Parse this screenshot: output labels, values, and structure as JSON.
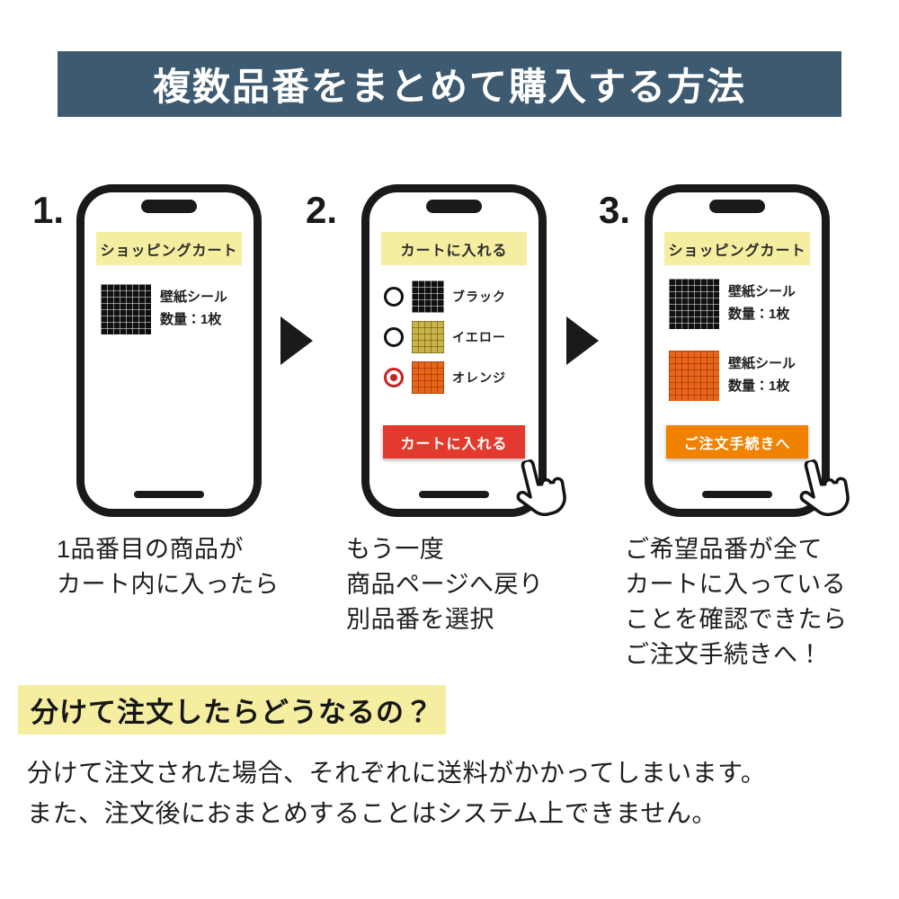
{
  "header": {
    "title": "複数品番をまとめて購入する方法"
  },
  "steps": {
    "one": {
      "number": "1.",
      "banner": "ショッピングカート",
      "product": {
        "name": "壁紙シール",
        "qty": "数量：1枚",
        "swatch": "black-grid"
      },
      "caption": "1品番目の商品が\nカート内に入ったら"
    },
    "two": {
      "number": "2.",
      "banner": "カートに入れる",
      "options": {
        "black": {
          "label": "ブラック",
          "swatch": "black-grid",
          "selected": false
        },
        "yellow": {
          "label": "イエロー",
          "swatch": "yellow-grid",
          "selected": false
        },
        "orange": {
          "label": "オレンジ",
          "swatch": "orange-grid",
          "selected": true
        }
      },
      "button": "カートに入れる",
      "caption": "もう一度\n商品ページへ戻り\n別品番を選択"
    },
    "three": {
      "number": "3.",
      "banner": "ショッピングカート",
      "products": {
        "first": {
          "name": "壁紙シール",
          "qty": "数量：1枚",
          "swatch": "black-grid"
        },
        "second": {
          "name": "壁紙シール",
          "qty": "数量：1枚",
          "swatch": "orange-grid"
        }
      },
      "button": "ご注文手続きへ",
      "caption": "ご希望品番が全て\nカートに入っている\nことを確認できたら\nご注文手続きへ！"
    }
  },
  "footer": {
    "heading": "分けて注文したらどうなるの？",
    "body": "分けて注文された場合、それぞれに送料がかかってしまいます。\nまた、注文後におまとめすることはシステム上できません。"
  },
  "colors": {
    "header_bg": "#3e5a70",
    "banner_yellow": "#f5eea1",
    "highlight_yellow": "#f5eea1",
    "add_to_cart_red": "#e23a2e",
    "order_orange": "#f08200",
    "radio_selected_red": "#cc1f1f"
  }
}
